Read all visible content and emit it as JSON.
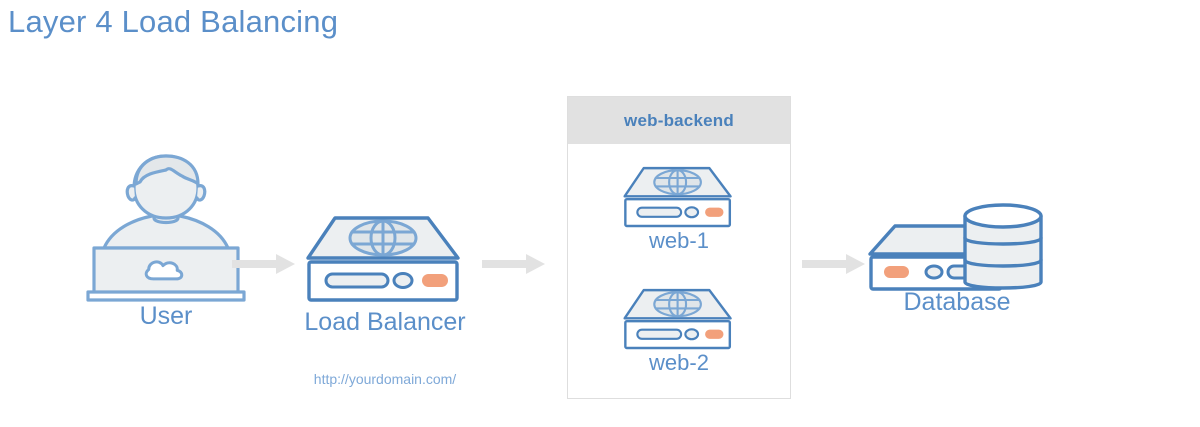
{
  "page": {
    "title": "Layer 4 Load Balancing",
    "background_color": "#ffffff",
    "accent_blue": "#5b8fc9",
    "line_blue": "#4a81bb",
    "fill_gray": "#eceff1",
    "orange_led": "#f2a07b",
    "arrow_gray": "#e2e2e2",
    "group_header_gray": "#e1e1e1",
    "url_blue": "#7fa9d8"
  },
  "nodes": {
    "user": {
      "label": "User",
      "icon": "user-laptop-icon",
      "badge_icon": "cloud-icon"
    },
    "load_balancer": {
      "label": "Load Balancer",
      "icon": "server-globe-icon",
      "url": "http://yourdomain.com/"
    },
    "backend_group": {
      "header": "web-backend",
      "servers": [
        {
          "label": "web-1",
          "icon": "server-globe-icon"
        },
        {
          "label": "web-2",
          "icon": "server-globe-icon"
        }
      ]
    },
    "database": {
      "label": "Database",
      "icon": "server-database-icon"
    }
  },
  "arrows": [
    {
      "name": "arrow-user-to-load-balancer",
      "icon": "arrow-right-icon"
    },
    {
      "name": "arrow-load-balancer-to-backend",
      "icon": "arrow-right-icon"
    },
    {
      "name": "arrow-backend-to-database",
      "icon": "arrow-right-icon"
    }
  ]
}
